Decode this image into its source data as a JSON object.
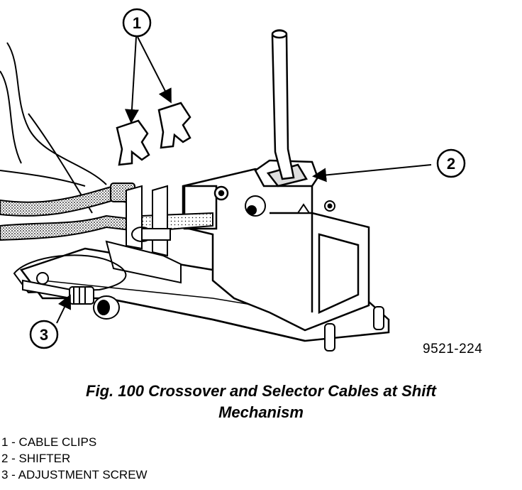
{
  "figure": {
    "callouts": [
      {
        "number": "1"
      },
      {
        "number": "2"
      },
      {
        "number": "3"
      }
    ],
    "figure_id": "9521-224",
    "caption_line1": "Fig. 100 Crossover and Selector Cables at Shift",
    "caption_line2": "Mechanism",
    "legend": [
      {
        "text": "1 - CABLE CLIPS"
      },
      {
        "text": "2 - SHIFTER"
      },
      {
        "text": "3 - ADJUSTMENT SCREW"
      }
    ]
  }
}
